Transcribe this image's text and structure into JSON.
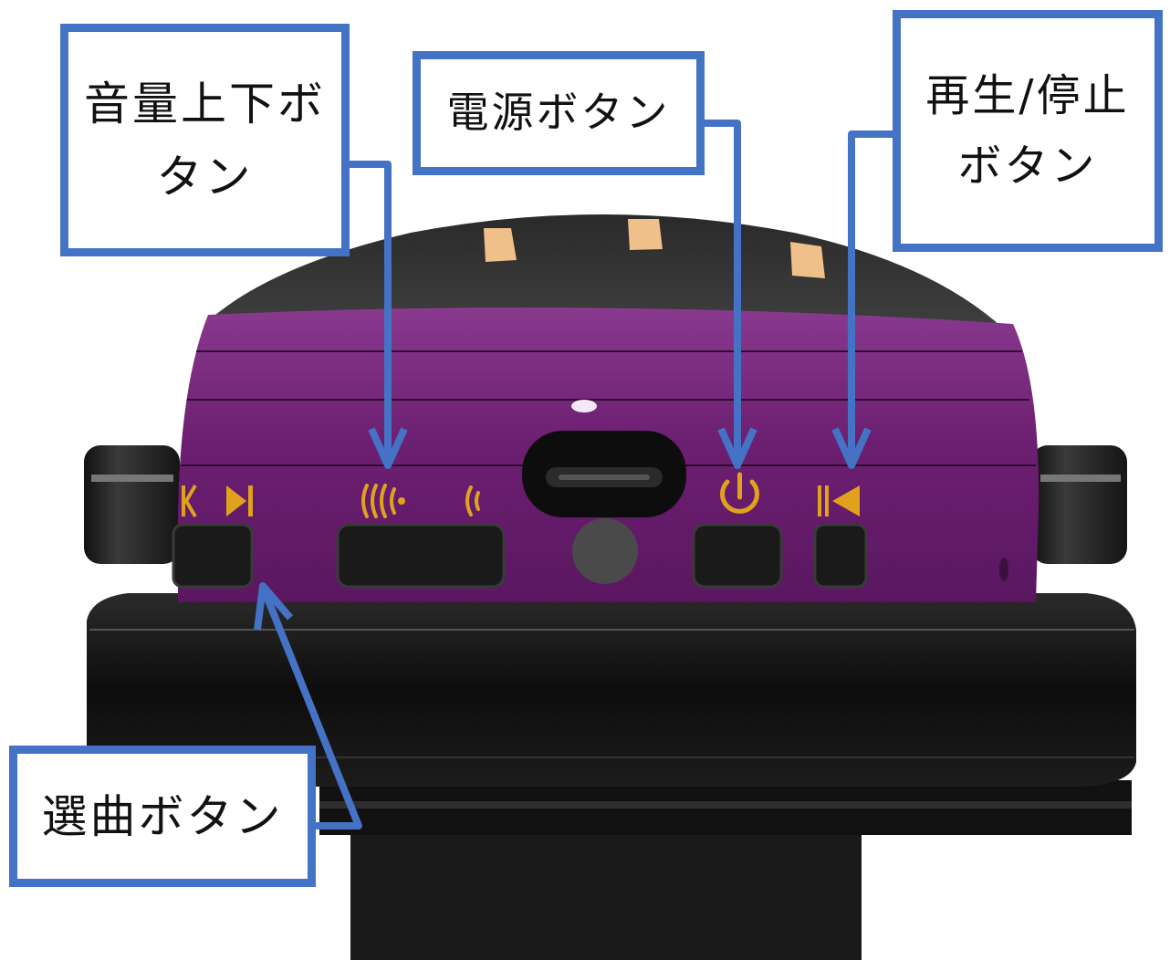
{
  "callouts": {
    "volume": "音量上下ボ\nタン",
    "power": "電源ボタン",
    "play_stop": "再生/停止\nボタン",
    "track_select": "選曲ボタン"
  },
  "colors": {
    "callout_border": "#4472c4",
    "body_purple": "#6a1f6e",
    "icon_gold": "#e0a21e",
    "housing_black": "#141414"
  },
  "icons": [
    "previous-track-icon",
    "next-track-icon",
    "volume-up-icon",
    "volume-down-icon",
    "power-icon",
    "play-pause-icon",
    "usb-c-port-icon"
  ]
}
